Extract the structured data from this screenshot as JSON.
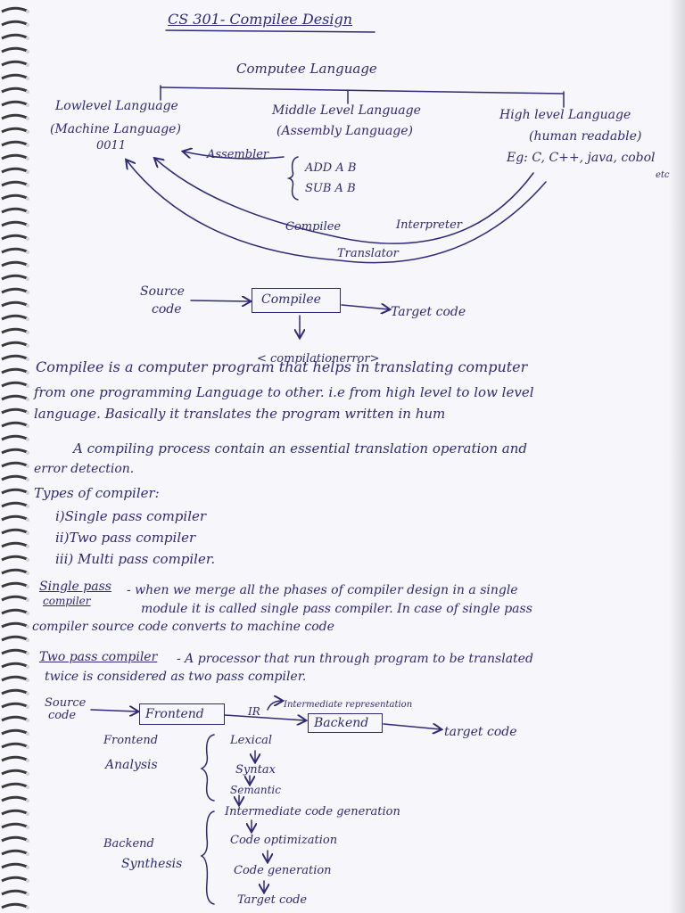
{
  "title": "CS 301- Compilee Design",
  "diagram1": {
    "root": "Computee Language",
    "low": {
      "line1": "Lowlevel Language",
      "line2": "(Machine Language)",
      "line3": "0011"
    },
    "middle": {
      "line1": "Middle Level Language",
      "line2": "(Assembly Language)"
    },
    "high": {
      "line1": "High level Language",
      "line2": "(human readable)",
      "line3": "Eg: C, C++, java, cobol",
      "line4": "etc"
    },
    "assembler": "Assembler",
    "asm_lines": [
      "ADD A B",
      "SUB A B"
    ],
    "compiler": "Compilee",
    "interpreter": "Interpreter",
    "translator": "Translator"
  },
  "diagram2": {
    "source_line1": "Source",
    "source_line2": "code",
    "compiler": "Compilee",
    "target": "Target code",
    "error": "< compilationerror>"
  },
  "para1": [
    "Compilee is a computer program that helps in translating computer",
    "from one programming Language to other. i.e from high level to low level",
    "language. Basically it translates the program written in hum"
  ],
  "para2": [
    "A compiling process contain an essential translation operation and",
    "error detection."
  ],
  "types": {
    "heading": "Types of compiler:",
    "items": [
      "i)Single pass compiler",
      "ii)Two pass   compiler",
      "iii) Multi pass compiler."
    ]
  },
  "single_pass": {
    "term_line1": "Single pass",
    "term_line2": "compiler",
    "line1": "- when we merge all the phases of compiler design in a single",
    "line2": "module it is called  single pass compiler. In case of single pass",
    "line3": "compiler source code converts to machine code"
  },
  "two_pass": {
    "term": "Two pass compiler",
    "line1": "- A processor that run through program to be translated",
    "line2": "twice is considered as two pass compiler."
  },
  "diagram3": {
    "source_line1": "Source",
    "source_line2": "code",
    "frontend": "Frontend",
    "ir": "IR",
    "ir_note": "Intermediate representation",
    "backend": "Backend",
    "target": "target code"
  },
  "phases": {
    "frontend_label1": "Frontend",
    "frontend_label2": "Analysis",
    "frontend_steps": [
      "Lexical",
      "Syntax",
      "Semantic"
    ],
    "backend_label1": "Backend",
    "backend_label2": "Synthesis",
    "backend_steps": [
      "Intermediate code generation",
      "Code optimization",
      "Code generation",
      "Target code"
    ]
  }
}
